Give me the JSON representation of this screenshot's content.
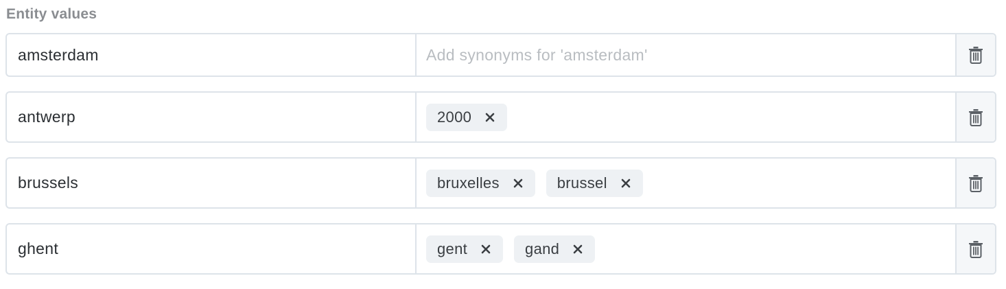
{
  "section": {
    "label": "Entity values"
  },
  "entities": [
    {
      "value": "amsterdam",
      "synonyms": [],
      "synonym_placeholder": "Add synonyms for 'amsterdam'"
    },
    {
      "value": "antwerp",
      "synonyms": [
        "2000"
      ]
    },
    {
      "value": "brussels",
      "synonyms": [
        "bruxelles",
        "brussel"
      ]
    },
    {
      "value": "ghent",
      "synonyms": [
        "gent",
        "gand"
      ]
    }
  ],
  "icons": {
    "tag_remove": "close-icon",
    "delete": "trash-icon"
  },
  "colors": {
    "border": "#dde3e9",
    "tag_background": "#eef1f4",
    "label": "#8a8d91",
    "placeholder": "#b9bdc1",
    "delete_cell_background": "#f5f7f9"
  }
}
